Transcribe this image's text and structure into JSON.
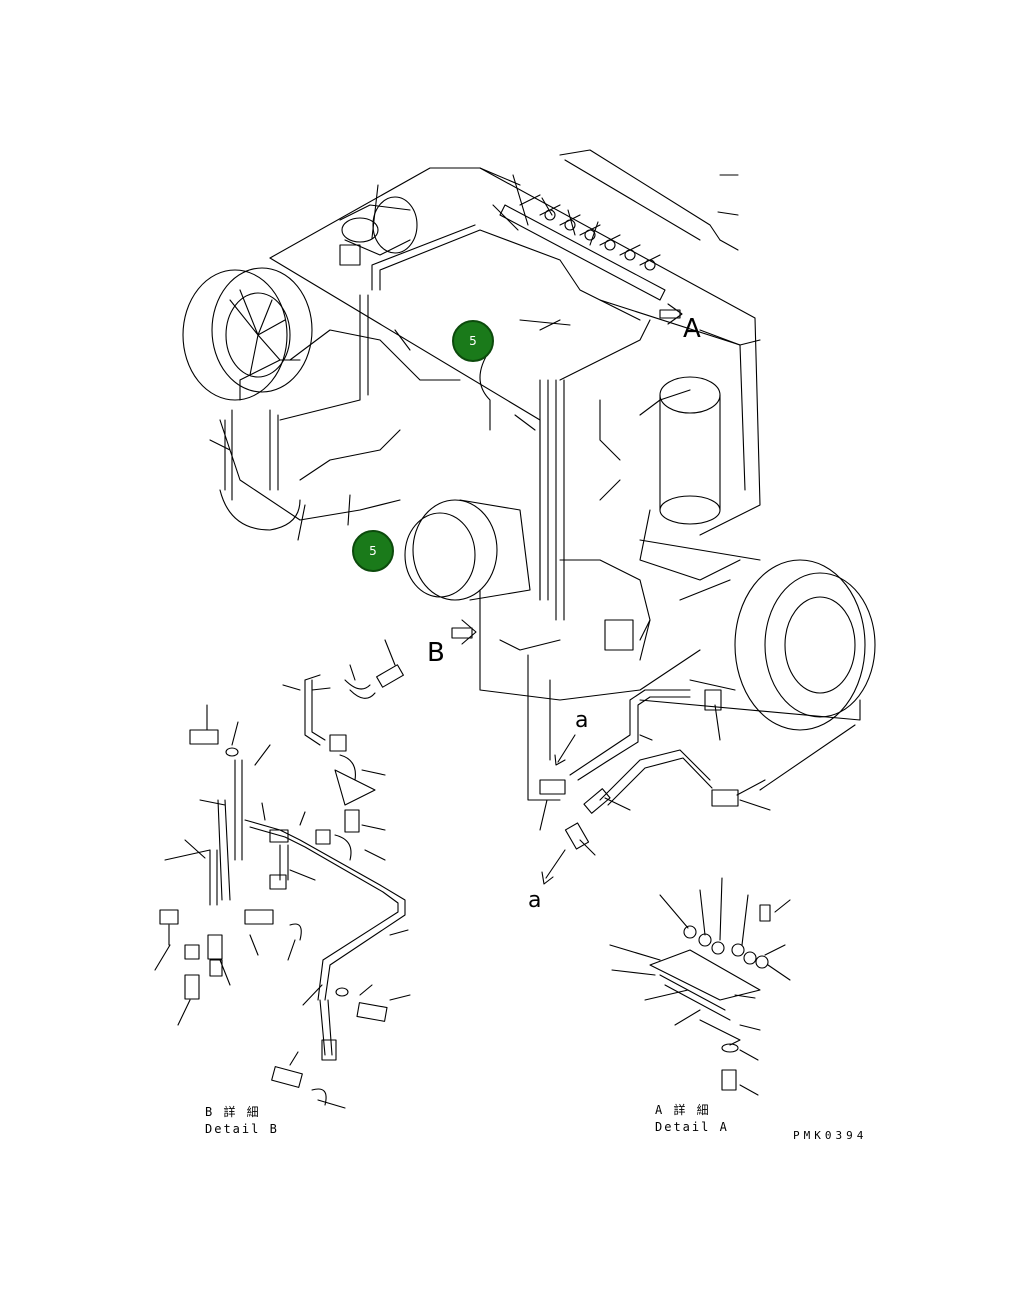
{
  "view_arrows": {
    "a_label": "A",
    "b_label": "B"
  },
  "section_marks": {
    "upper": "a",
    "lower": "a"
  },
  "callouts": [
    {
      "number": "5"
    },
    {
      "number": "5"
    }
  ],
  "detail_b": {
    "title_jp": "B 詳 細",
    "title_en": "Detail B"
  },
  "detail_a": {
    "title_jp": "A 詳 細",
    "title_en": "Detail A"
  },
  "drawing_code": "PMK0394",
  "colors": {
    "callout_fill": "#1a7a1a",
    "line": "#000000"
  }
}
